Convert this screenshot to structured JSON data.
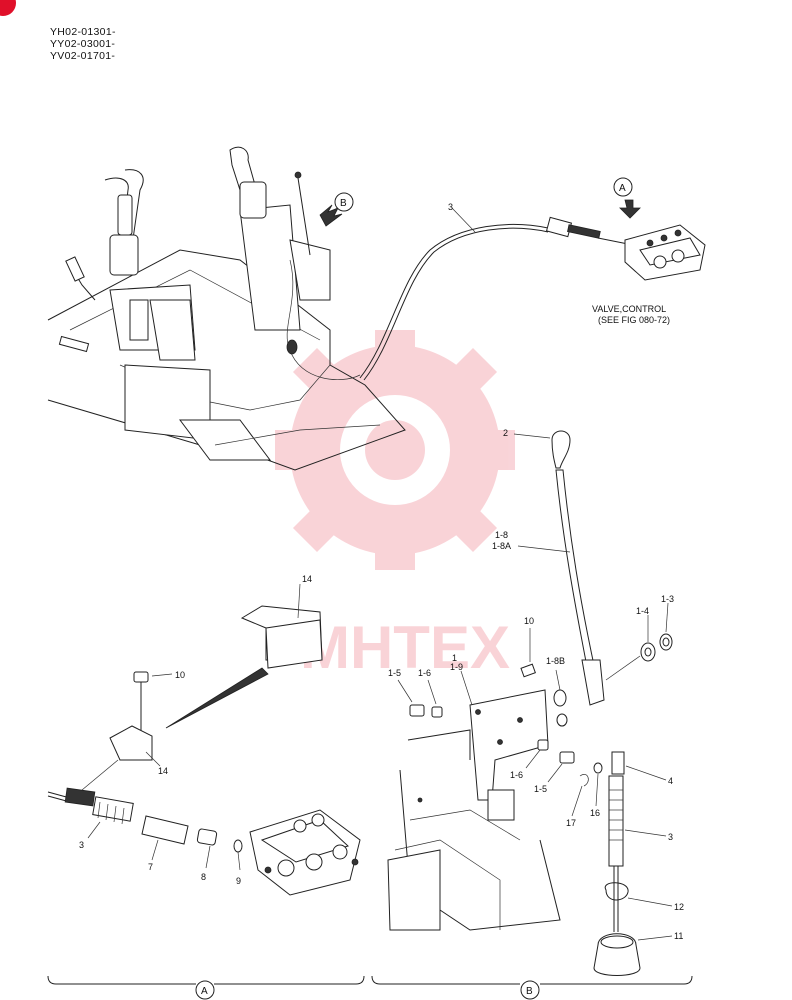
{
  "serial_numbers": [
    "YH02-01301-",
    "YY02-03001-",
    "YV02-01701-"
  ],
  "callout_letters": {
    "a": "A",
    "b": "B"
  },
  "valve_note": {
    "line1": "VALVE,CONTROL",
    "line2": "(SEE FIG 080-72)"
  },
  "watermark": {
    "text": "MHTEX",
    "color": "#e0102a"
  },
  "part_labels": {
    "p1_3": "1-3",
    "p1_4": "1-4",
    "p1_5a": "1-5",
    "p1_5b": "1-5",
    "p1_6a": "1-6",
    "p1_6b": "1-6",
    "p1_8": "1-8",
    "p1_8a": "1-8A",
    "p1_8b": "1-8B",
    "p1_9a": "1",
    "p1_9b": "1-9",
    "p2": "2",
    "p3_top": "3",
    "p3_a": "3",
    "p3_b": "3",
    "p4": "4",
    "p7": "7",
    "p8": "8",
    "p9": "9",
    "p10_a": "10",
    "p10_b": "10",
    "p11": "11",
    "p12": "12",
    "p14_a": "14",
    "p14_b": "14",
    "p16": "16",
    "p17": "17"
  },
  "section_labels": {
    "left": "A",
    "right": "B"
  }
}
